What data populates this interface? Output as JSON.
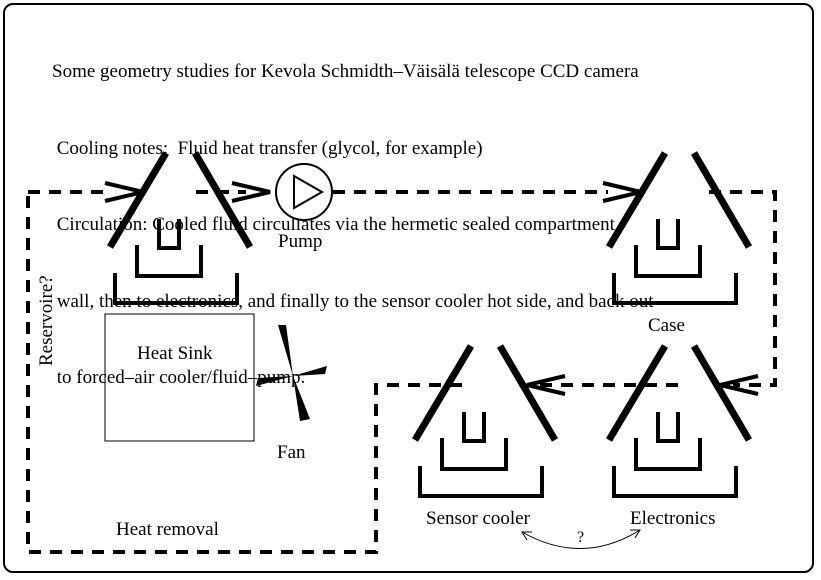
{
  "notes": {
    "title": "Some geometry studies for Kevola Schmidth–Väisälä telescope CCD camera",
    "cooling": " Cooling notes:  Fluid heat transfer (glycol, for example)",
    "circulation_line1": " Circulation: Cooled fluid circullates via the hermetic sealed compartment",
    "circulation_line2": " wall, then to electronics, and finally to the sensor cooler hot side, and back out",
    "circulation_line3": " to forced–air cooler/fluid–pump."
  },
  "labels": {
    "pump": "Pump",
    "case": "Case",
    "heat_sink": "Heat Sink",
    "fan": "Fan",
    "reservoire": "Reservoire?",
    "heat_removal": "Heat removal",
    "sensor_cooler": "Sensor cooler",
    "electronics": "Electronics",
    "question": "?"
  },
  "components": [
    {
      "id": "heat-exchanger",
      "label": ""
    },
    {
      "id": "case",
      "label": "Case"
    },
    {
      "id": "sensor-cooler",
      "label": "Sensor cooler"
    },
    {
      "id": "electronics",
      "label": "Electronics"
    }
  ],
  "colors": {
    "stroke": "#000000",
    "background": "#ffffff"
  }
}
